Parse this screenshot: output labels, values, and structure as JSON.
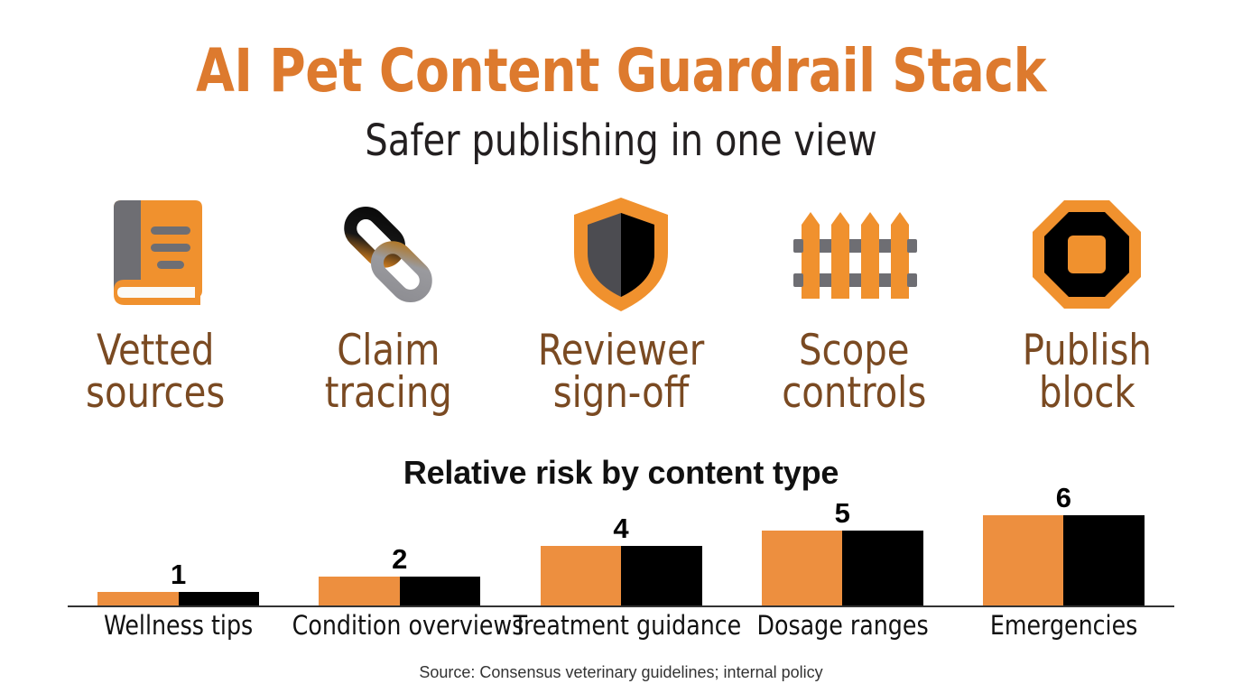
{
  "header": {
    "title": "AI Pet Content Guardrail Stack",
    "subtitle": "Safer publishing in one view"
  },
  "colors": {
    "title_orange": "#DD7A2E",
    "bar_orange": "#ED8F3F",
    "bar_black": "#000000",
    "label_brown": "#7A4A22",
    "icon_gray": "#6E6E73",
    "background": "#FFFFFF"
  },
  "pillars": [
    {
      "icon": "book-icon",
      "label": "Vetted\nsources"
    },
    {
      "icon": "chain-link-icon",
      "label": "Claim\ntracing"
    },
    {
      "icon": "shield-icon",
      "label": "Reviewer\nsign-off"
    },
    {
      "icon": "fence-icon",
      "label": "Scope\ncontrols"
    },
    {
      "icon": "stop-octagon-icon",
      "label": "Publish\nblock"
    }
  ],
  "chart_data": {
    "type": "bar",
    "title": "Relative risk by content type",
    "xlabel": "",
    "ylabel": "",
    "categories": [
      "Wellness tips",
      "Condition overviews",
      "Treatment guidance",
      "Dosage ranges",
      "Emergencies"
    ],
    "values": [
      1,
      2,
      4,
      5,
      6
    ],
    "value_labels": [
      "1",
      "2",
      "4",
      "5",
      "6"
    ],
    "ylim": [
      0,
      6
    ],
    "grid": false,
    "legend": "none",
    "bar_style": "split-half orange left / black right",
    "series": [
      {
        "name": "Relative risk",
        "values": [
          1,
          2,
          4,
          5,
          6
        ]
      }
    ]
  },
  "source": "Source: Consensus veterinary guidelines; internal policy"
}
